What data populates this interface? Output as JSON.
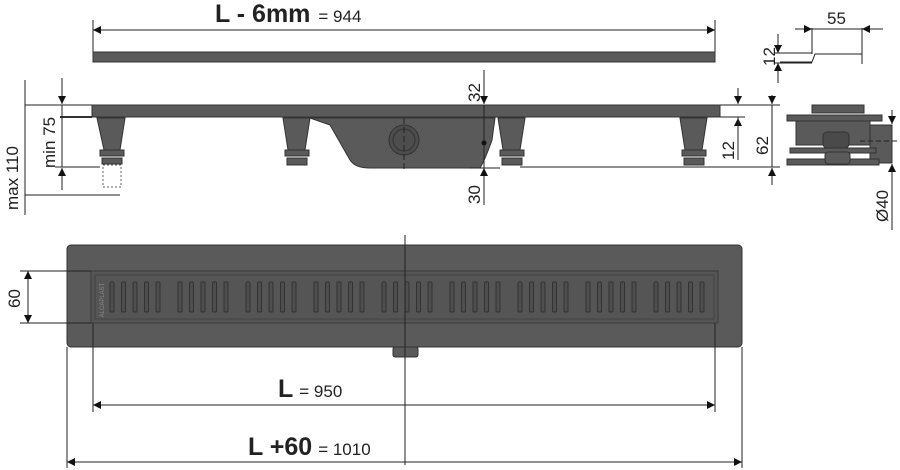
{
  "top_dimension": {
    "label": "L - 6mm",
    "value": "= 944"
  },
  "cover_side": {
    "width": "55",
    "height": "12"
  },
  "profile": {
    "max_height": "max 110",
    "min_height": "min 75",
    "top": "32",
    "bottom": "30",
    "flange": "12",
    "total": "62",
    "outlet": "Ø40"
  },
  "plan": {
    "width": "60",
    "logo": "ALCAPLAST",
    "slot_groups": 9,
    "slots_per_group": 5
  },
  "length_dimension": {
    "label": "L",
    "value": "= 950"
  },
  "total_dimension": {
    "label": "L +60",
    "value": "= 1010"
  },
  "colors": {
    "body": "#5a5a5a",
    "lines": "#222222"
  }
}
